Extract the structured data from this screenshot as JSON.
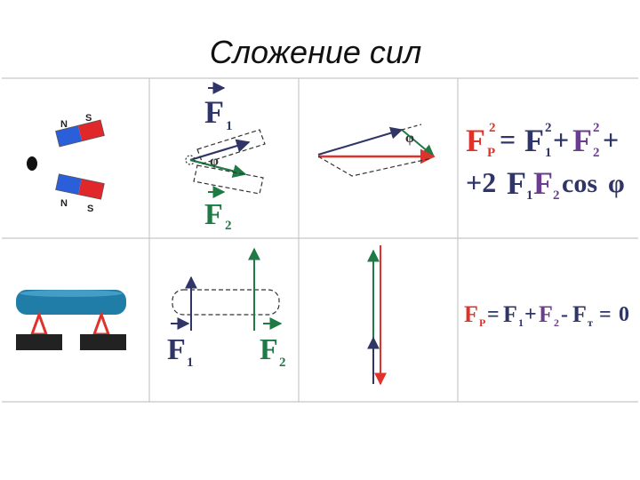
{
  "title": "Сложение сил",
  "colors": {
    "grid": "#c8c8c8",
    "red": "#e0322a",
    "green": "#1f7a45",
    "navy": "#2f3566",
    "purple": "#6a3d8f",
    "blue": "#3b63c4",
    "magnet_blue": "#2b5fd9",
    "magnet_red": "#e0282a",
    "bar_fill": "#1f7da8"
  },
  "magnets": {
    "top": {
      "n": "N",
      "s": "S"
    },
    "bottom": {
      "n": "N",
      "s": "S"
    }
  },
  "angle_cell": {
    "f1": "F",
    "f1_sub": "1",
    "f2": "F",
    "f2_sub": "2",
    "phi": "φ"
  },
  "parallelogram_cell": {
    "phi": "φ"
  },
  "formula1": {
    "fr": "F",
    "fr_sub": "P",
    "fr_sup": "2",
    "eq": "=",
    "f1": "F",
    "f1_sub": "1",
    "f1_sup": "2",
    "plus1": "+",
    "f2": "F",
    "f2_sub": "2",
    "f2_sup": "2",
    "plus2": "+",
    "line2_plus": "+2",
    "f1b": "F",
    "f1b_sub": "1",
    "f2b": "F",
    "f2b_sub": "2",
    "cos": "cos",
    "phi": "φ"
  },
  "parallel_cell": {
    "f1": "F",
    "f1_sub": "1",
    "f2": "F",
    "f2_sub": "2"
  },
  "formula2": {
    "fr": "F",
    "fr_sub": "P",
    "eq": "=",
    "f1": "F",
    "f1_sub": "1",
    "plus": "+",
    "f2": "F",
    "f2_sub": "2",
    "minus": "-",
    "ft": "F",
    "ft_sub": "т",
    "eq2": "=",
    "zero": "0"
  }
}
